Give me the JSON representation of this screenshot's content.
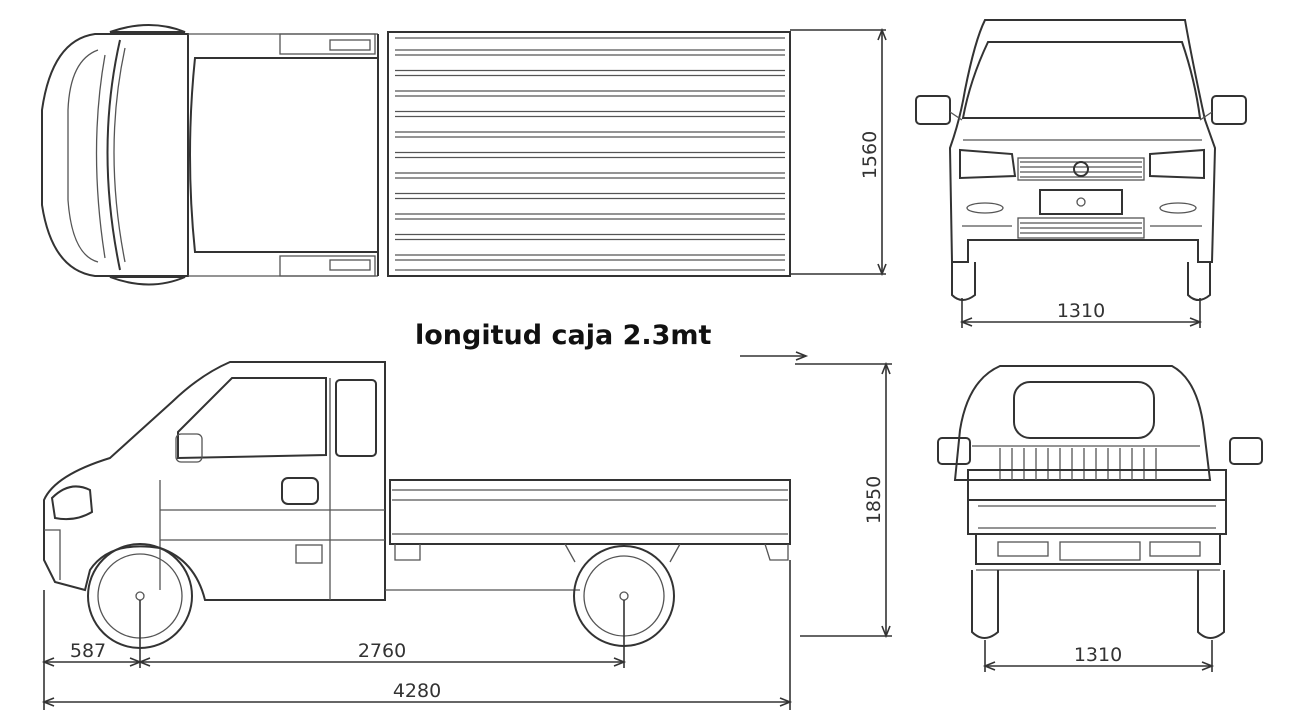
{
  "caption": "longitud caja 2.3mt",
  "dimensions": {
    "top_width": "1560",
    "front_track": "1310",
    "height": "1850",
    "rear_track": "1310",
    "front_overhang": "587",
    "wheelbase": "2760",
    "overall_length": "4280"
  }
}
